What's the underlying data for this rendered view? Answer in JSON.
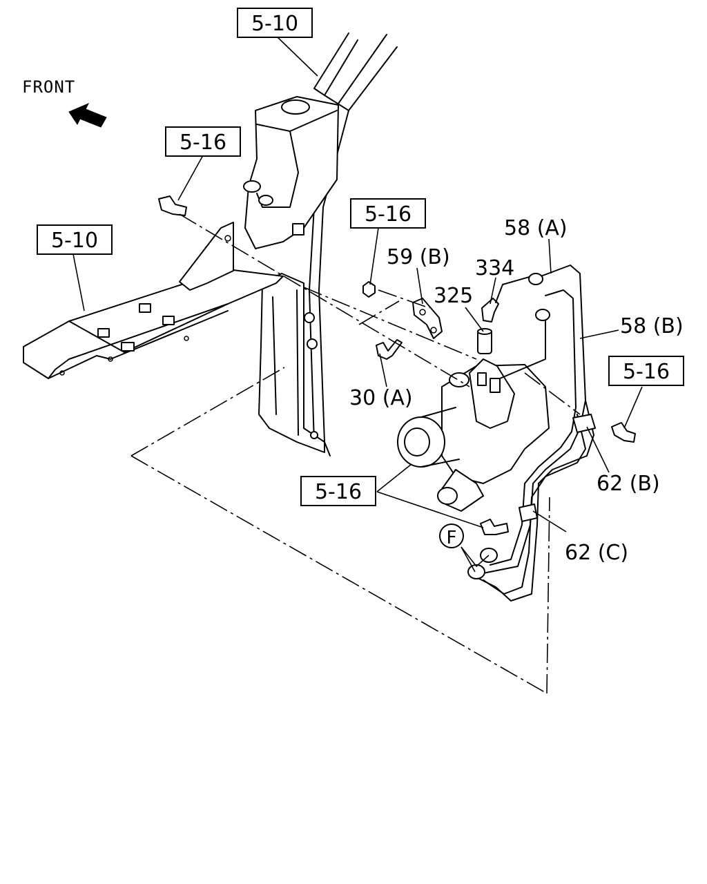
{
  "orientation": {
    "text": "FRONT",
    "icon": "front-arrow-icon"
  },
  "reference_boxes": [
    "5-10",
    "5-16",
    "5-10",
    "5-16",
    "5-16",
    "5-16"
  ],
  "part_labels": {
    "p58a": "58 (A)",
    "p59b": "59 (B)",
    "p334": "334",
    "p325": "325",
    "p58b": "58 (B)",
    "p30a": "30 (A)",
    "p62b": "62 (B)",
    "p62c": "62 (C)"
  },
  "callout_circle": "F"
}
